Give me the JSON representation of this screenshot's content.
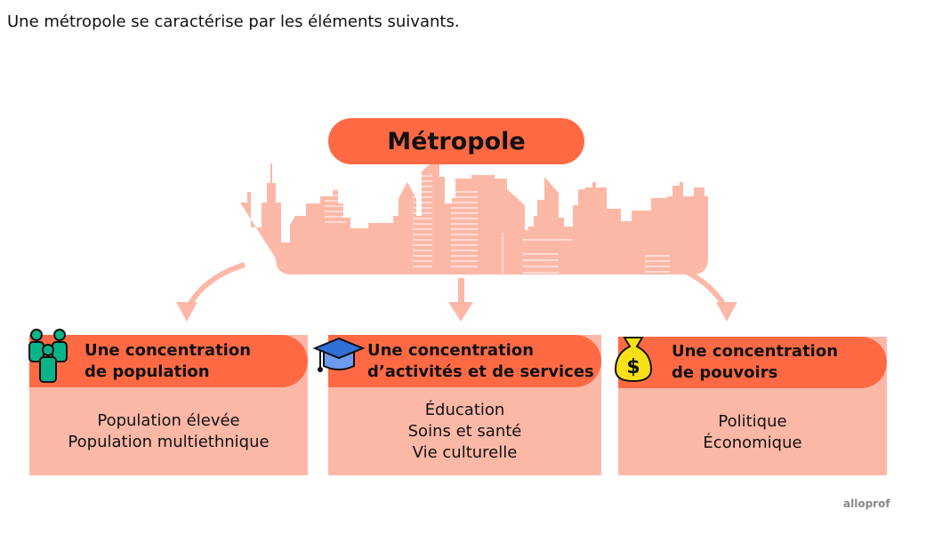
{
  "intro": "Une métropole se caractérise par les éléments suivants.",
  "title": "Métropole",
  "boxes": [
    {
      "title_line1": "Une concentration",
      "title_line2": "de population",
      "items": [
        "Population élevée",
        "Population multiethnique"
      ],
      "icon": "people-icon"
    },
    {
      "title_line1": "Une concentration",
      "title_line2": "d’activités et de services",
      "items": [
        "Éducation",
        "Soins et santé",
        "Vie culturelle"
      ],
      "icon": "graduation-cap-icon"
    },
    {
      "title_line1": "Une concentration",
      "title_line2": "de pouvoirs",
      "items": [
        "Politique",
        "Économique"
      ],
      "icon": "money-bag-icon"
    }
  ],
  "logo": "alloprof",
  "colors": {
    "header": "#FF6A45",
    "body": "#FCB8A7"
  }
}
